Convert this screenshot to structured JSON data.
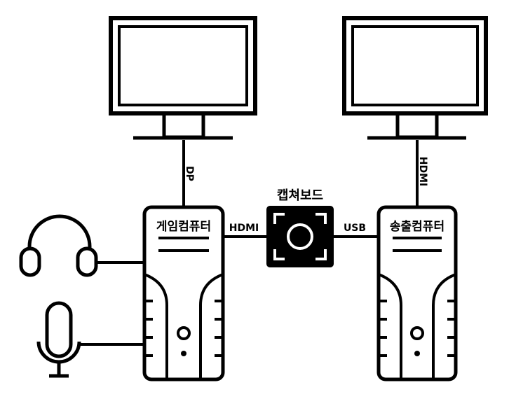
{
  "devices": {
    "game_pc": {
      "label": "게임컴퓨터"
    },
    "stream_pc": {
      "label": "송출컴퓨터"
    },
    "capture_board": {
      "label": "캡쳐보드"
    }
  },
  "connections": {
    "game_monitor": "DP",
    "game_to_capture": "HDMI",
    "capture_to_stream": "USB",
    "stream_monitor": "HDMI"
  },
  "icons": {
    "monitor": "monitor-icon",
    "headset": "headphones-icon",
    "microphone": "microphone-icon",
    "capture": "camera-icon",
    "tower": "pc-tower-icon"
  },
  "colors": {
    "stroke": "#000000",
    "background": "#ffffff"
  }
}
